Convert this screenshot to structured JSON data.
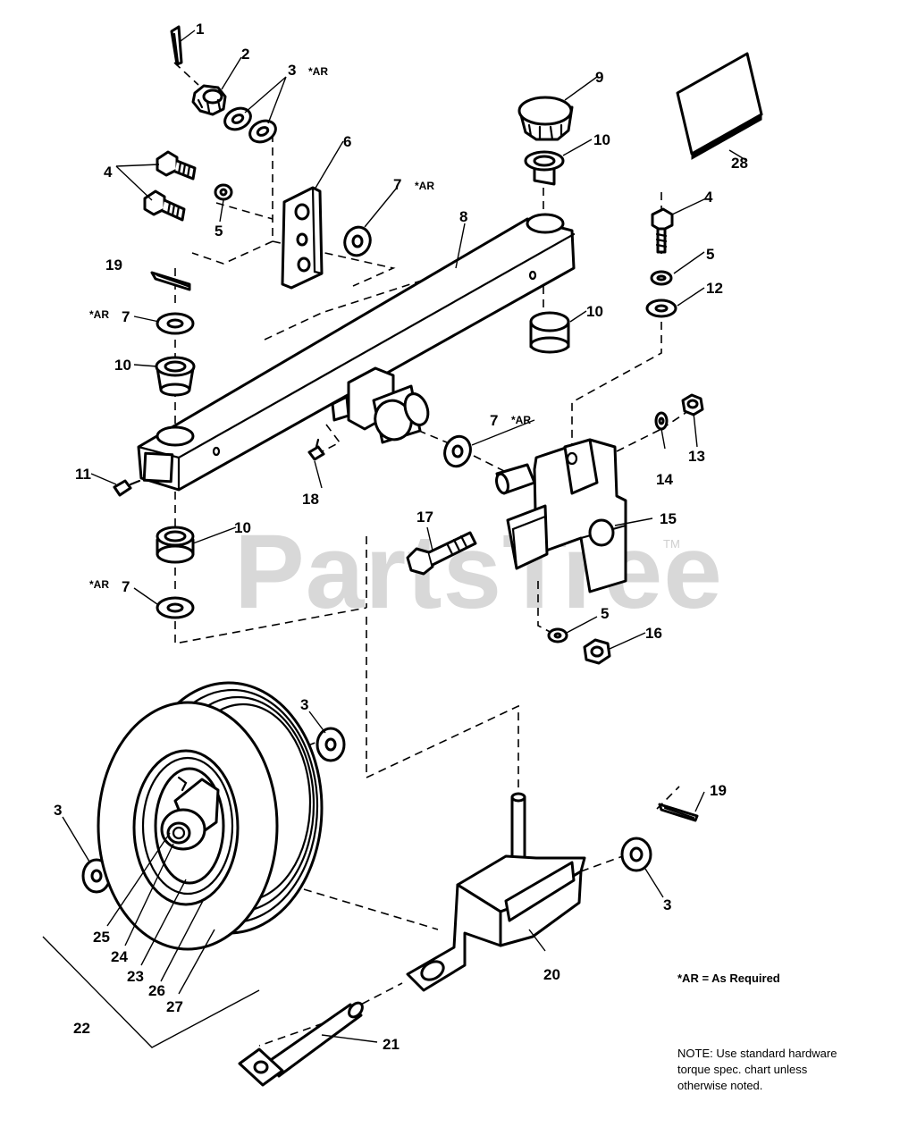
{
  "watermark": {
    "text": "PartsTree",
    "tm": "TM"
  },
  "legend": {
    "as_required": "*AR = As Required"
  },
  "note": {
    "line1": "NOTE: Use standard hardware",
    "line2": "torque spec. chart unless",
    "line3": "otherwise noted."
  },
  "callouts": {
    "c1": "1",
    "c2": "2",
    "c3a": "3",
    "c3b": "3",
    "c3c": "3",
    "c3d": "3",
    "c4a": "4",
    "c4b": "4",
    "c5a": "5",
    "c5b": "5",
    "c5c": "5",
    "c6": "6",
    "c7a": "7",
    "c7b": "7",
    "c7c": "7",
    "c7d": "7",
    "c8": "8",
    "c9": "9",
    "c10a": "10",
    "c10b": "10",
    "c10c": "10",
    "c10d": "10",
    "c11": "11",
    "c12": "12",
    "c13": "13",
    "c14": "14",
    "c15": "15",
    "c16": "16",
    "c17": "17",
    "c18": "18",
    "c19a": "19",
    "c19b": "19",
    "c20": "20",
    "c21": "21",
    "c22": "22",
    "c23": "23",
    "c24": "24",
    "c25": "25",
    "c26": "26",
    "c27": "27",
    "c28": "28"
  },
  "ar_marks": {
    "a1": "*AR",
    "a2": "*AR",
    "a3": "*AR",
    "a4": "*AR",
    "a5": "*AR"
  }
}
